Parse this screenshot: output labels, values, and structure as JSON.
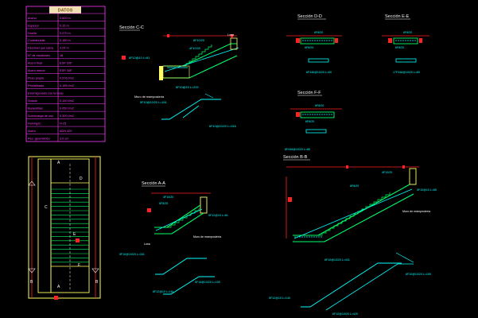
{
  "palette": {
    "background": "#000000",
    "table_border": "#ff3cff",
    "table_header_fill": "#f1dfb4",
    "table_text": "#ff3cff",
    "rebar_cyan": "#00ffff",
    "concrete_green": "#00ff66",
    "wall_yellow": "#ffff66",
    "dimension_red": "#ff2222",
    "labels_white": "#ffffff",
    "title_white": "#ffffff"
  },
  "table": {
    "title": "DATOS",
    "rows": [
      {
        "label": "Ancho",
        "value": "0.600 m"
      },
      {
        "label": "Espesor",
        "value": "0.15 m"
      },
      {
        "label": "Huella",
        "value": "0.270 m"
      },
      {
        "label": "Contrahuella",
        "value": "0.180 m"
      },
      {
        "label": "Desnivel que salva",
        "value": "3.24 m"
      },
      {
        "label": "N° de escalones",
        "value": "18"
      },
      {
        "label": "Acero final",
        "value": "ESP. 5/8\""
      },
      {
        "label": "Acero menor",
        "value": "ESP. 3/8\""
      },
      {
        "label": "Peso propio",
        "value": "0.576 t/m2"
      },
      {
        "label": "Peldañeado",
        "value": "0.155 t/m2"
      },
      {
        "label": "(Hormigonado con la losa)",
        "value": ""
      },
      {
        "label": "Solado",
        "value": "0.100 t/m2"
      },
      {
        "label": "Barandillas",
        "value": "0.050 t/m2"
      },
      {
        "label": "Sobrecarga de uso",
        "value": "0.300 t/m2"
      },
      {
        "label": "Hormigón",
        "value": "H-25"
      },
      {
        "label": "Acero",
        "value": "ADN 420"
      },
      {
        "label": "Rec. geométrico",
        "value": "3.0 cm"
      }
    ]
  },
  "sections": {
    "cc": "Sección C-C",
    "dd": "Sección D-D",
    "ee": "Sección E-E",
    "ff": "Sección F-F",
    "bb": "Sección B-B",
    "aa": "Sección A-A"
  },
  "cc_labels": {
    "losa": "Losa",
    "muro": "Muro de mampostería",
    "l1": "6F12@10 L=61",
    "l2": "6F10@15 L=233",
    "l3": "5F10@10/20 L=181",
    "l4": "6F10@10/20 L=316",
    "l5": "4F10/20",
    "l6": "6F10/20"
  },
  "dd_labels": {
    "l1": "6F8/20",
    "l2": "6F8/20",
    "l3": "6F446@10/20 L=60"
  },
  "ee_labels": {
    "l1": "6F8/20",
    "l2": "6F8/20",
    "l3": "17F446@10/20 L=60"
  },
  "ff_labels": {
    "l1": "6F8/20",
    "l2": "6F8/20",
    "l3": "6F446@10/20 L=85"
  },
  "aa_labels": {
    "l1": "4F10/20",
    "l2": "6F8/20",
    "l3": "5F10@10/20 L=161",
    "l4": "Losa",
    "l5": "Muro de mampostería",
    "l6": "5F12@10 L=61",
    "l7": "5F10@10/20 L=190",
    "l8": "6F12@10 L=161"
  },
  "bb_labels": {
    "l1": "4F10/20",
    "l2": "6F8/20",
    "l3": "5F10@10 L=85",
    "l4": "Muro de mampostería",
    "l5": "6F10@10/20 L=431",
    "l6": "6F10@10/20 L=155",
    "l7": "5F12@10 L=140",
    "l8": "6F10@10/20 L=420"
  },
  "plan_marks": {
    "a_top": "A",
    "a_bottom": "A",
    "b_top": "B",
    "b_bottom": "B",
    "c": "C",
    "d": "D",
    "e": "E",
    "f": "F"
  }
}
